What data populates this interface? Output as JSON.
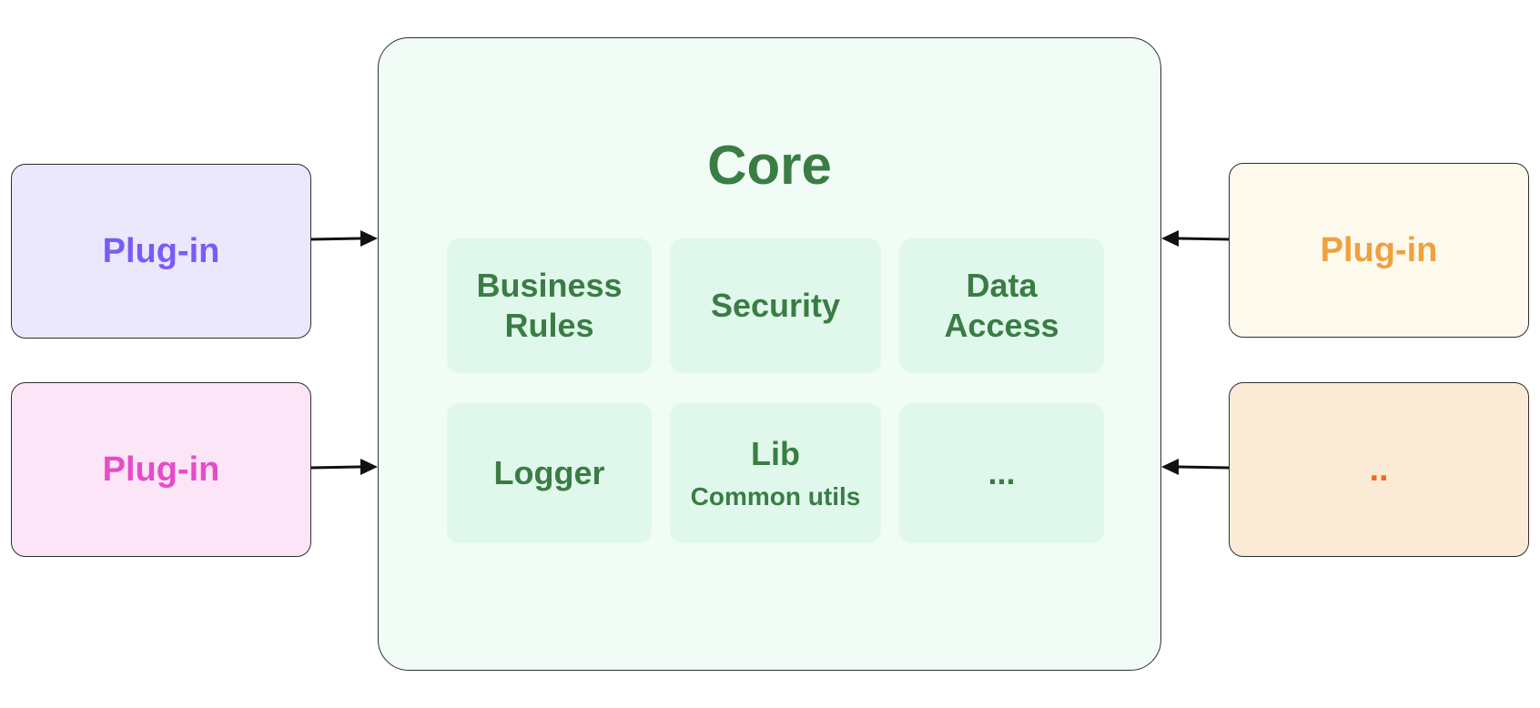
{
  "colors": {
    "core_bg": "#f1fcf6",
    "core_text": "#3a7d44",
    "module_bg": "#e0f8ec",
    "plugin_purple_bg": "#ebe8fe",
    "plugin_purple_text": "#7a5cf5",
    "plugin_pink_bg": "#fbe5f6",
    "plugin_pink_text": "#e84bc8",
    "plugin_yellow_bg": "#fdf9ec",
    "plugin_yellow_text": "#f0a03c",
    "plugin_orange_bg": "#fbebd6",
    "plugin_orange_text": "#ee6a1e",
    "arrow": "#111111"
  },
  "core": {
    "title": "Core",
    "modules": [
      {
        "title": "Business\nRules",
        "sub": ""
      },
      {
        "title": "Security",
        "sub": ""
      },
      {
        "title": "Data\nAccess",
        "sub": ""
      },
      {
        "title": "Logger",
        "sub": ""
      },
      {
        "title": "Lib",
        "sub": "Common utils"
      },
      {
        "title": "...",
        "sub": ""
      }
    ]
  },
  "plugins": {
    "left_top": {
      "label": "Plug-in"
    },
    "left_bottom": {
      "label": "Plug-in"
    },
    "right_top": {
      "label": "Plug-in"
    },
    "right_bottom": {
      "label": ".."
    }
  }
}
